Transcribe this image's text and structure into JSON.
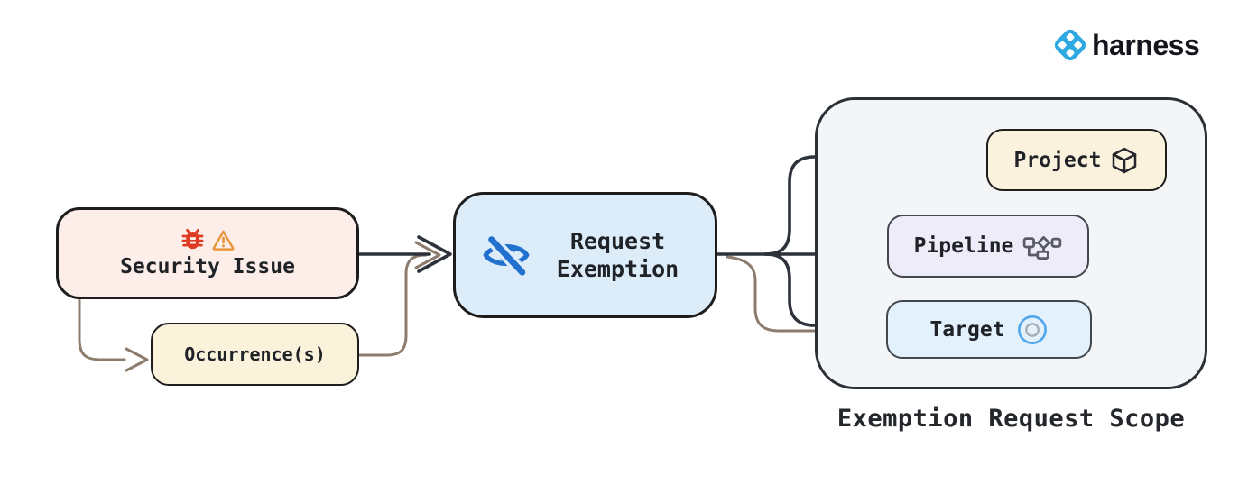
{
  "logo": {
    "wordmark": "harness",
    "icon": "harness-diamond-icon",
    "brand_color": "#2fa9e2"
  },
  "nodes": {
    "security_issue": {
      "label": "Security Issue",
      "icons": [
        "bug-icon",
        "warning-icon"
      ],
      "fill": "#fdeeea"
    },
    "occurrences": {
      "label": "Occurrence(s)",
      "fill": "#fbf2dc"
    },
    "request_exemption": {
      "label": "Request Exemption",
      "icon": "eye-off-icon",
      "fill": "#dcecf9"
    },
    "project": {
      "label": "Project",
      "icon": "package-icon",
      "fill": "#fbf2de"
    },
    "pipeline": {
      "label": "Pipeline",
      "icon": "workflow-icon",
      "fill": "#efecf9"
    },
    "target": {
      "label": "Target",
      "icon": "target-icon",
      "fill": "#e2f1fc"
    }
  },
  "scope": {
    "label": "Exemption Request Scope",
    "fill": "#f3f5f7"
  },
  "edges": [
    {
      "from": "security_issue",
      "to": "request_exemption",
      "color": "dark"
    },
    {
      "from": "security_issue",
      "to": "occurrences",
      "color": "brown"
    },
    {
      "from": "occurrences",
      "to": "request_exemption",
      "color": "brown"
    },
    {
      "from": "request_exemption",
      "to": "project",
      "color": "dark"
    },
    {
      "from": "request_exemption",
      "to": "pipeline",
      "color": "dark"
    },
    {
      "from": "request_exemption",
      "to": "target",
      "color": "dark"
    },
    {
      "from": "request_exemption",
      "to": "target",
      "color": "brown"
    },
    {
      "from": "project",
      "to": "pipeline",
      "color": "dark"
    },
    {
      "from": "project",
      "to": "target",
      "color": "dark"
    }
  ],
  "colors": {
    "edge_dark": "#2e333b",
    "edge_brown": "#8c7c6e",
    "bug_red": "#de3c22",
    "warning_orange": "#e8973f",
    "eye_blue": "#2271ce",
    "target_ring_blue": "#52a7ec",
    "node_border_dark": "#1d1d1d"
  }
}
